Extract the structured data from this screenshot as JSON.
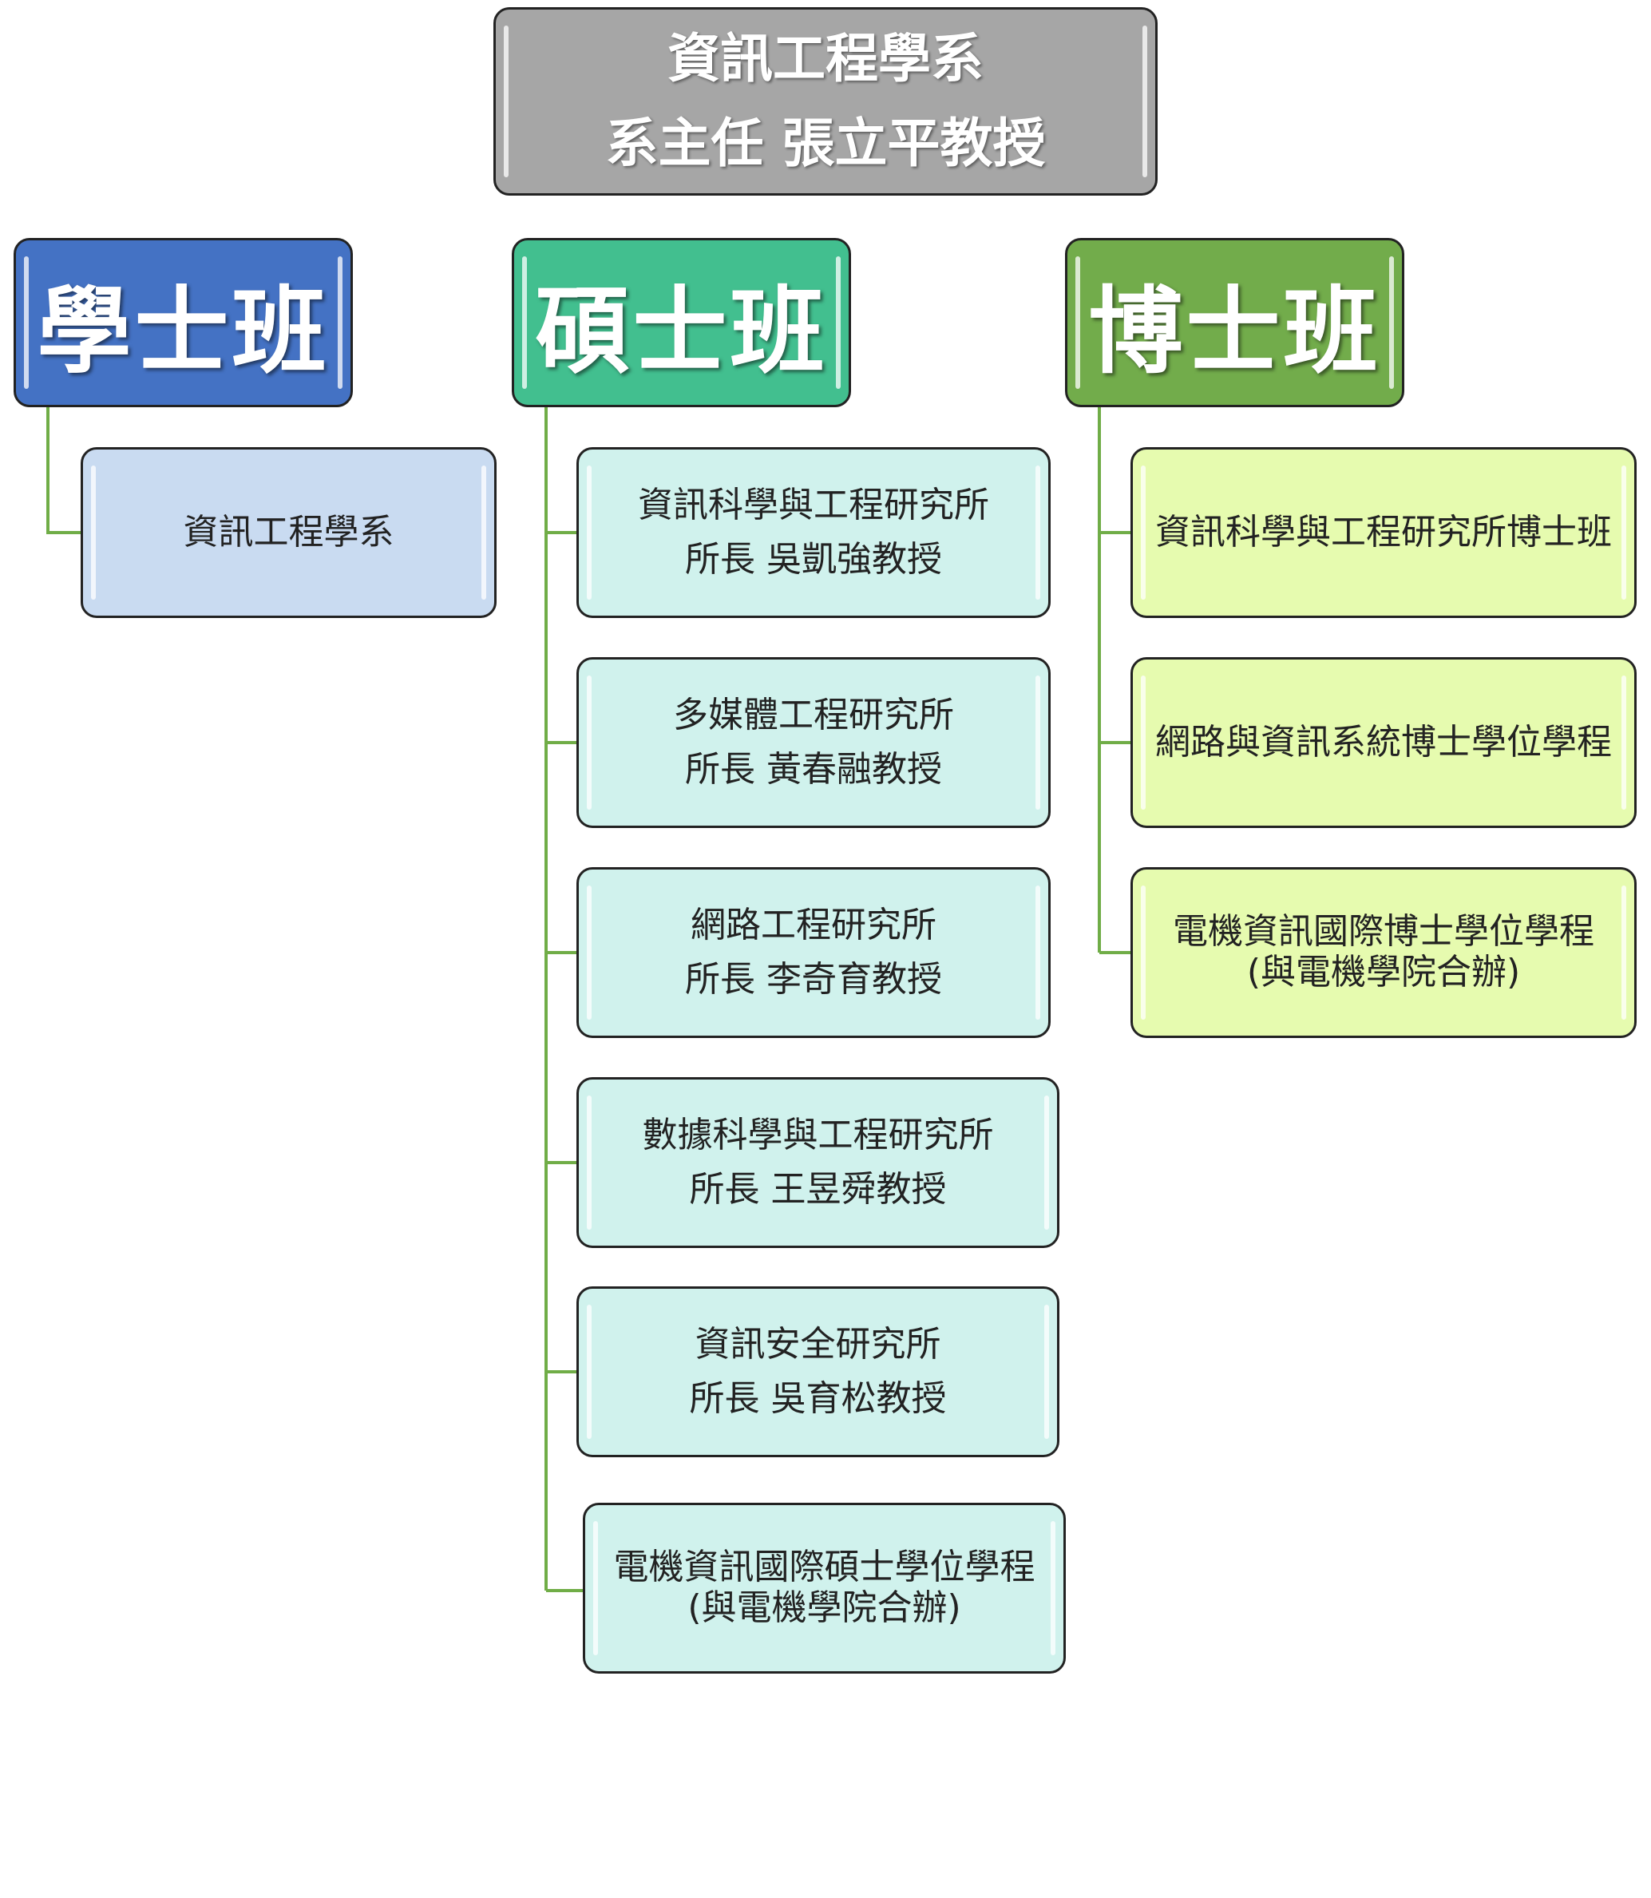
{
  "root": {
    "line1": "資訊工程學系",
    "line2": "系主任 張立平教授"
  },
  "columns": [
    {
      "title": "學士班",
      "items": [
        {
          "lines": [
            "資訊工程學系"
          ]
        }
      ]
    },
    {
      "title": "碩士班",
      "items": [
        {
          "lines": [
            "資訊科學與工程研究所",
            "所長 吳凱強教授"
          ]
        },
        {
          "lines": [
            "多媒體工程研究所",
            "所長 黃春融教授"
          ]
        },
        {
          "lines": [
            "網路工程研究所",
            "所長 李奇育教授"
          ]
        },
        {
          "lines": [
            "數據科學與工程研究所",
            "所長 王昱舜教授"
          ]
        },
        {
          "lines": [
            "資訊安全研究所",
            "所長 吳育松教授"
          ]
        },
        {
          "lines": [
            "電機資訊國際碩士學位學程",
            "(與電機學院合辦)"
          ]
        }
      ]
    },
    {
      "title": "博士班",
      "items": [
        {
          "lines": [
            "資訊科學與工程研究所博士班"
          ]
        },
        {
          "lines": [
            "網路與資訊系統博士學位學程"
          ]
        },
        {
          "lines": [
            "電機資訊國際博士學位學程",
            "(與電機學院合辦)"
          ]
        }
      ]
    }
  ],
  "colors": {
    "root": "#a6a6a6",
    "bachelor": "#4472c4",
    "master": "#42bf8f",
    "doctoral": "#72ac4b",
    "bachelor_item": "#c9dbf1",
    "master_item": "#d0f2ed",
    "doctoral_item": "#e6fbaf",
    "connector": "#70ad47"
  }
}
